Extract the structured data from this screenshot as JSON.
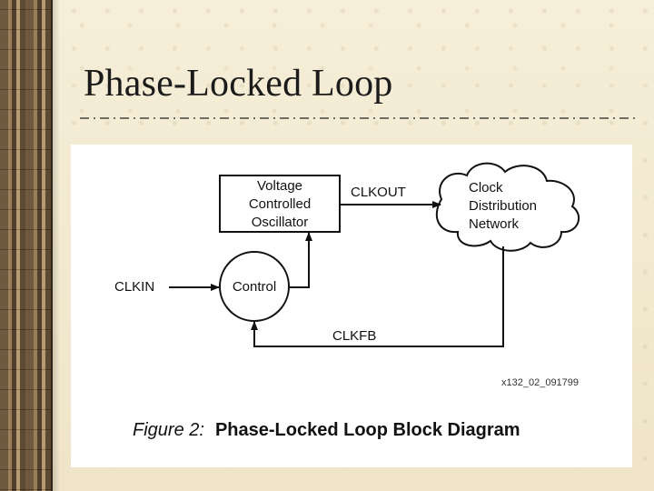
{
  "slide": {
    "title": "Phase-Locked Loop"
  },
  "diagram": {
    "vco_label": [
      "Voltage",
      "Controlled",
      "Oscillator"
    ],
    "control_label": "Control",
    "clock_network_label": [
      "Clock",
      "Distribution",
      "Network"
    ],
    "signals": {
      "clkin": "CLKIN",
      "clkout": "CLKOUT",
      "clkfb": "CLKFB"
    },
    "figure_id": "x132_02_091799",
    "caption": {
      "number": "Figure 2:",
      "title": "Phase-Locked Loop Block Diagram"
    }
  },
  "colors": {
    "background": "#f3ead2",
    "ink": "#111111",
    "panel": "#ffffff"
  }
}
